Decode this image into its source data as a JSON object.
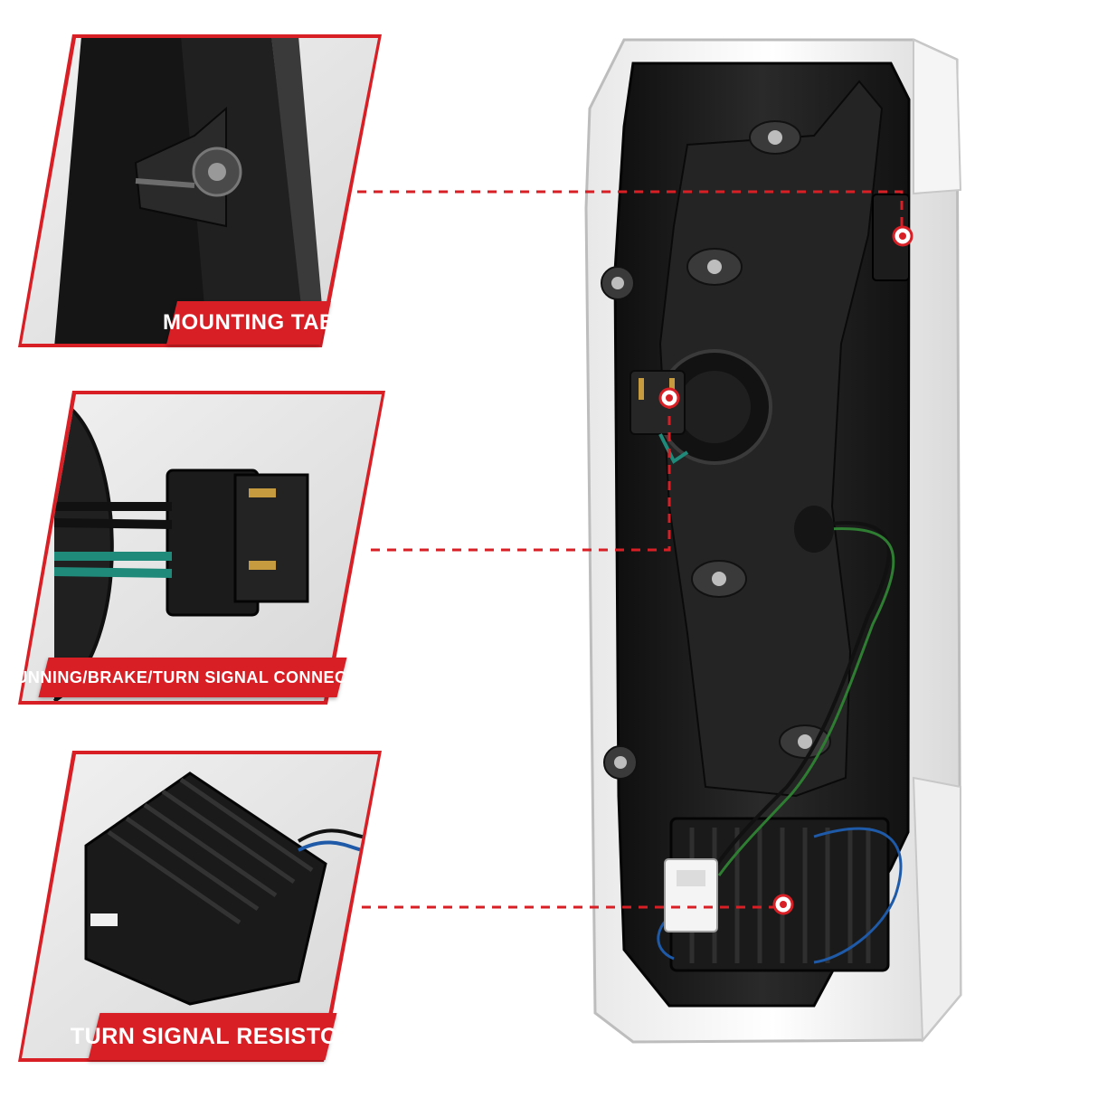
{
  "callouts": [
    {
      "label": "MOUNTING TAB"
    },
    {
      "label": "RUNNING/BRAKE/TURN SIGNAL CONNECTOR"
    },
    {
      "label": "TURN SIGNAL RESISTOR"
    }
  ],
  "colors": {
    "accent": "#d81f26",
    "housing": "#1a1a1a",
    "background": "#ffffff"
  },
  "icons": [
    "leader-dot-icon",
    "leader-line-icon"
  ]
}
